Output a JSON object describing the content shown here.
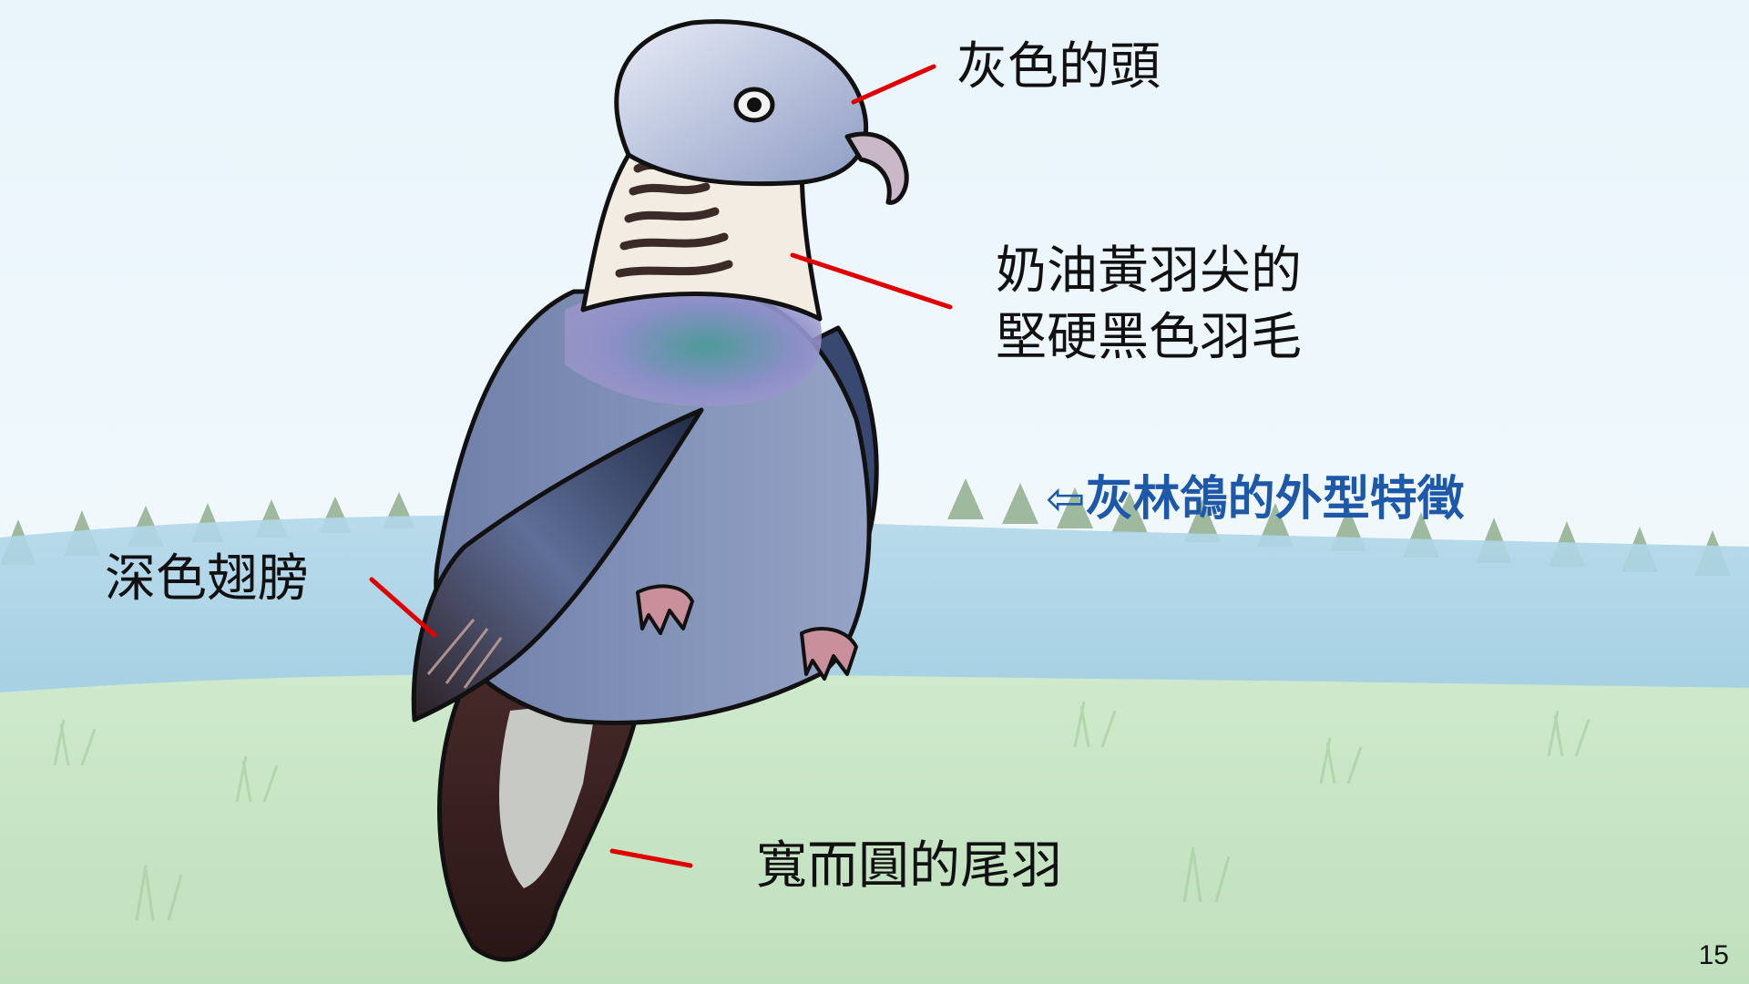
{
  "slide": {
    "title_arrow": "⇦",
    "title": "灰林鴿的外型特徵",
    "page_number": "15"
  },
  "labels": {
    "head": "灰色的頭",
    "neck_line1": "奶油黃羽尖的",
    "neck_line2": "堅硬黑色羽毛",
    "wing": "深色翅膀",
    "tail": "寬而圓的尾羽"
  },
  "colors": {
    "sky_top": "#eaf5fb",
    "hill": "#a9d2e4",
    "grass": "#c8e6c4",
    "body": "#7f8fb3",
    "leader_line": "#e00000",
    "title": "#1d59a8"
  }
}
